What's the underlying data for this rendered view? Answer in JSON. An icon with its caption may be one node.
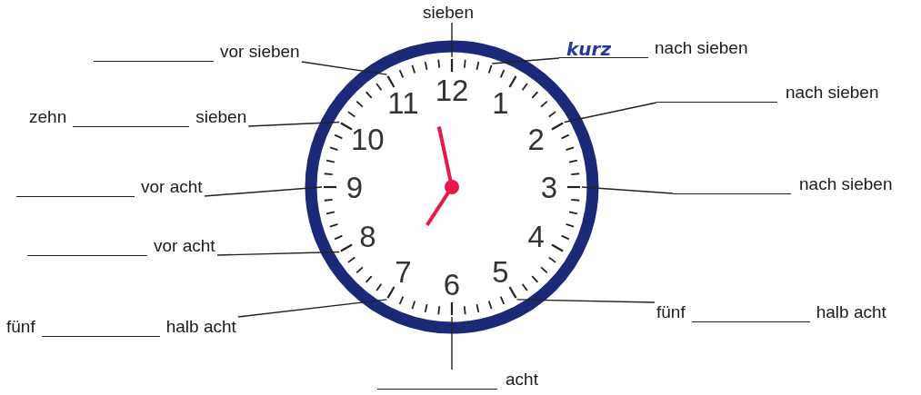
{
  "diagram": {
    "nodes": [
      {
        "text": [
          "sieben"
        ]
      },
      {
        "text": [
          "kurz",
          "nach sieben"
        ]
      },
      {
        "text": [
          "vor sieben"
        ]
      },
      {
        "text": [
          "nach sieben"
        ]
      },
      {
        "text": [
          "zehn",
          "sieben"
        ]
      },
      {
        "text": [
          "vor acht"
        ]
      },
      {
        "text": [
          "nach sieben"
        ]
      },
      {
        "text": [
          "vor acht"
        ]
      },
      {
        "text": [
          "fünf",
          "halb acht"
        ]
      },
      {
        "text": [
          "fünf",
          "halb acht"
        ]
      },
      {
        "text": [
          "acht"
        ]
      }
    ],
    "edges": [
      {
        "from": 0,
        "to": null,
        "arrow": "none"
      },
      {
        "from": 1,
        "to": null,
        "arrow": "none"
      },
      {
        "from": 2,
        "to": null,
        "arrow": "none"
      },
      {
        "from": 3,
        "to": null,
        "arrow": "none"
      },
      {
        "from": 4,
        "to": null,
        "arrow": "none"
      },
      {
        "from": 5,
        "to": null,
        "arrow": "none"
      },
      {
        "from": 6,
        "to": null,
        "arrow": "none"
      },
      {
        "from": 7,
        "to": null,
        "arrow": "none"
      },
      {
        "from": 8,
        "to": null,
        "arrow": "none"
      },
      {
        "from": 9,
        "to": null,
        "arrow": "none"
      },
      {
        "from": 10,
        "to": null,
        "arrow": "none"
      }
    ],
    "labels": [
      "12",
      "1",
      "2",
      "3",
      "4",
      "5",
      "6",
      "7",
      "8",
      "9",
      "10",
      "11"
    ]
  }
}
